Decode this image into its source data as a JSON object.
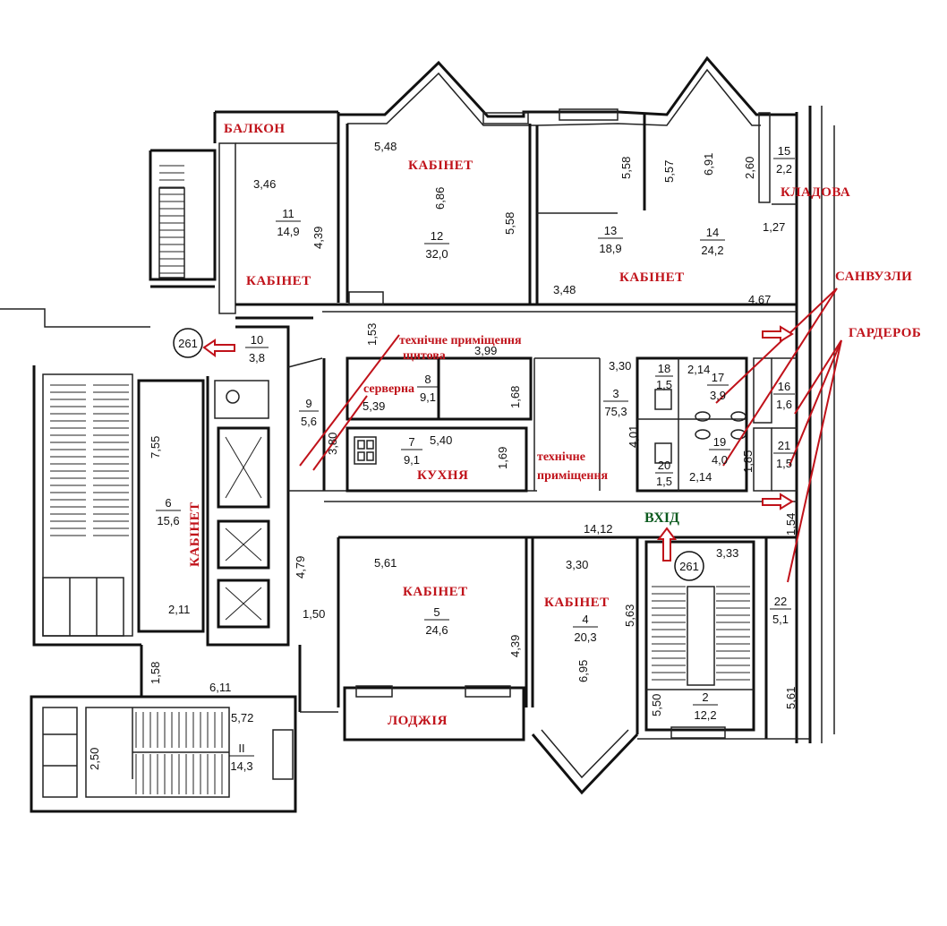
{
  "colors": {
    "label": "#c0121a",
    "entrance": "#0b5a1e",
    "wall": "#111111"
  },
  "labels": {
    "balcony": "БАЛКОН",
    "office_a": "КАБІНЕТ",
    "office_b": "КАБІНЕТ",
    "office_c": "КАБІНЕТ",
    "office_d": "КАБІНЕТ",
    "office_e": "КАБІНЕТ",
    "office_f": "КАБІНЕТ",
    "pantry": "КЛАДОВА",
    "bathrooms": "САНВУЗЛИ",
    "wardrobe": "ГАРДЕРОБ",
    "technical_top": "технічне приміщення",
    "switchboard": "щитова",
    "server": "серверна",
    "kitchen": "КУХНЯ",
    "technical_mid_1": "технічне",
    "technical_mid_2": "приміщення",
    "entrance": "ВХІД",
    "loggia": "ЛОДЖІЯ"
  },
  "rooms": {
    "r11_num": "11",
    "r11_area": "14,9",
    "r12_num": "12",
    "r12_area": "32,0",
    "r13_num": "13",
    "r13_area": "18,9",
    "r14_num": "14",
    "r14_area": "24,2",
    "r15_num": "15",
    "r15_area": "2,2",
    "r10_num": "10",
    "r10_area": "3,8",
    "r9_num": "9",
    "r9_area": "5,6",
    "r8_num": "8",
    "r8_area": "9,1",
    "r7_num": "7",
    "r7_area": "9,1",
    "r3_num": "3",
    "r3_area": "75,3",
    "r18_num": "18",
    "r18_area": "1,5",
    "r17_num": "17",
    "r17_area": "3,9",
    "r16_num": "16",
    "r16_area": "1,6",
    "r19_num": "19",
    "r19_area": "4,0",
    "r20_num": "20",
    "r20_area": "1,5",
    "r21_num": "21",
    "r21_area": "1,5",
    "r6_num": "6",
    "r6_area": "15,6",
    "r5_num": "5",
    "r5_area": "24,6",
    "r4_num": "4",
    "r4_area": "20,3",
    "r2_num": "2",
    "r2_area": "12,2",
    "r22_num": "22",
    "r22_area": "5,1",
    "rII_num": "II",
    "rII_area": "14,3"
  },
  "marks": {
    "stair_left": "261",
    "stair_right": "261"
  },
  "dims": {
    "d548": "5,48",
    "d346": "3,46",
    "d439a": "4,39",
    "d686": "6,86",
    "d558a": "5,58",
    "d558b": "5,58",
    "d557": "5,57",
    "d691": "6,91",
    "d260": "2,60",
    "d127": "1,27",
    "d348": "3,48",
    "d467": "4,67",
    "d153": "1,53",
    "d399": "3,99",
    "d330a": "3,30",
    "d214a": "2,14",
    "d168": "1,68",
    "d539": "5,39",
    "d540": "5,40",
    "d169": "1,69",
    "d380": "3,80",
    "d401": "4,01",
    "d185": "1,85",
    "d214b": "2,14",
    "d755": "7,55",
    "d1412": "14,12",
    "d154": "1,54",
    "d561": "5,61",
    "d330b": "3,30",
    "d333": "3,33",
    "d479": "4,79",
    "d150": "1,50",
    "d211": "2,11",
    "d439b": "4,39",
    "d563": "5,63",
    "d695": "6,95",
    "d158": "1,58",
    "d611": "6,11",
    "d572": "5,72",
    "d250": "2,50",
    "d550": "5,50",
    "d561b": "5,61"
  }
}
